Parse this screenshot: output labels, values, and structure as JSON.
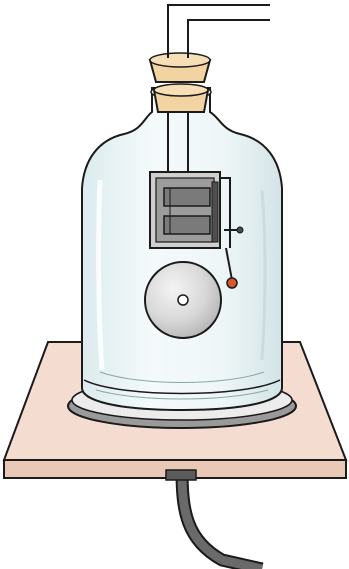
{
  "figure": {
    "components": [
      {
        "name": "glass-bell-jar",
        "icon": "bell-jar-icon"
      },
      {
        "name": "rubber-stopper",
        "icon": "stopper-icon"
      },
      {
        "name": "electric-bell",
        "icon": "bell-icon"
      },
      {
        "name": "connecting-wires",
        "icon": "wire-icon"
      },
      {
        "name": "wooden-base-board",
        "icon": "board-icon"
      },
      {
        "name": "vacuum-pump-tube",
        "icon": "tube-icon"
      }
    ],
    "colors": {
      "outline": "#1b1b1b",
      "stopper": "#f1d4a2",
      "glass": "#e9f3f4",
      "board": "#f4ddd0",
      "board_edge": "#e6c3b0",
      "bell_dome": "#d6d6d6",
      "hammer_ball": "#d9572a",
      "tube": "#5b5b5b",
      "mechanism_frame": "#6f6f6f"
    }
  }
}
